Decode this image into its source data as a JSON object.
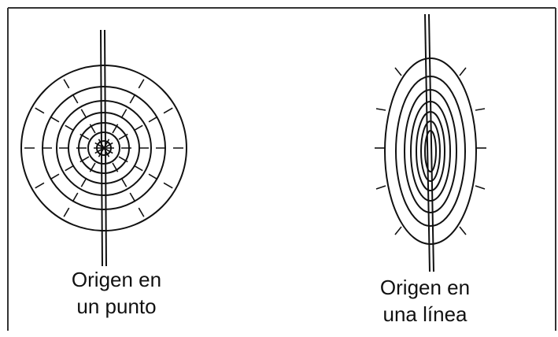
{
  "captions": {
    "point": {
      "line1": "Origen en",
      "line2": "un punto"
    },
    "line": {
      "line1": "Origen en",
      "line2": "una línea"
    }
  },
  "colors": {
    "ink": "#111111",
    "background": "#ffffff",
    "frame": "#333333"
  }
}
